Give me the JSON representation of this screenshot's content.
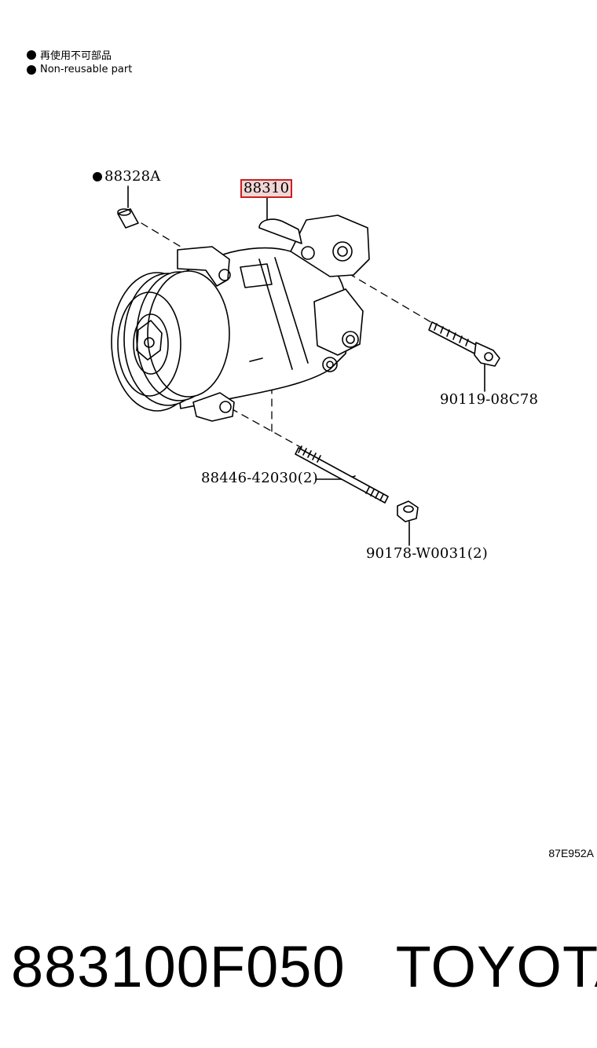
{
  "legend": {
    "japanese": "再使用不可部品",
    "english": "Non-reusable part"
  },
  "parts": {
    "p88328": "88328A",
    "p88310": "88310",
    "p90119": "90119-08C78",
    "p88446": "88446-42030(2)",
    "p90178": "90178-W0031(2)"
  },
  "ref_code": "87E952A",
  "footer": {
    "part_number": "883100F050",
    "brand": "TOYOTA"
  },
  "colors": {
    "highlight_border": "#cc1f1f",
    "highlight_fill": "#f2d6d6"
  }
}
